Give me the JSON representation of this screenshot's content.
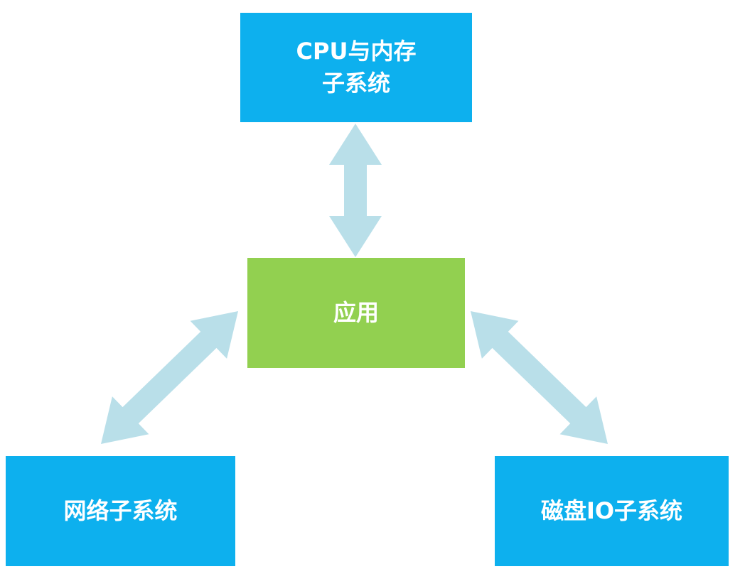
{
  "colors": {
    "subsystem_box": "#0db0ee",
    "app_box": "#92d050",
    "arrow": "#b9dfe9"
  },
  "nodes": {
    "cpu": {
      "label": "CPU与内存\n子系统"
    },
    "app": {
      "label": "应用"
    },
    "network": {
      "label": "网络子系统"
    },
    "disk": {
      "label": "磁盘IO子系统"
    }
  },
  "edges": [
    {
      "from": "app",
      "to": "cpu",
      "direction": "both",
      "icon": "double-arrow-vertical"
    },
    {
      "from": "app",
      "to": "network",
      "direction": "both",
      "icon": "double-arrow-diagonal"
    },
    {
      "from": "app",
      "to": "disk",
      "direction": "both",
      "icon": "double-arrow-diagonal"
    }
  ]
}
